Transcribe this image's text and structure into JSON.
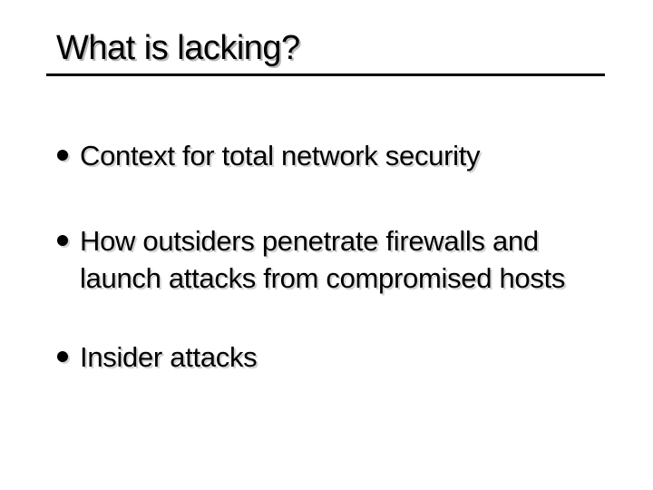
{
  "slide": {
    "title": "What is lacking?",
    "bullets": [
      {
        "lines": [
          "Context for total network security"
        ]
      },
      {
        "lines": [
          "How outsiders penetrate firewalls and",
          "launch attacks from compromised hosts"
        ]
      },
      {
        "lines": [
          "Insider attacks"
        ]
      }
    ],
    "colors": {
      "background": "#ffffff",
      "text": "#000000",
      "rule": "#000000",
      "title_shadow": "#b8b8b8",
      "body_shadow": "#d2d2d2"
    }
  }
}
